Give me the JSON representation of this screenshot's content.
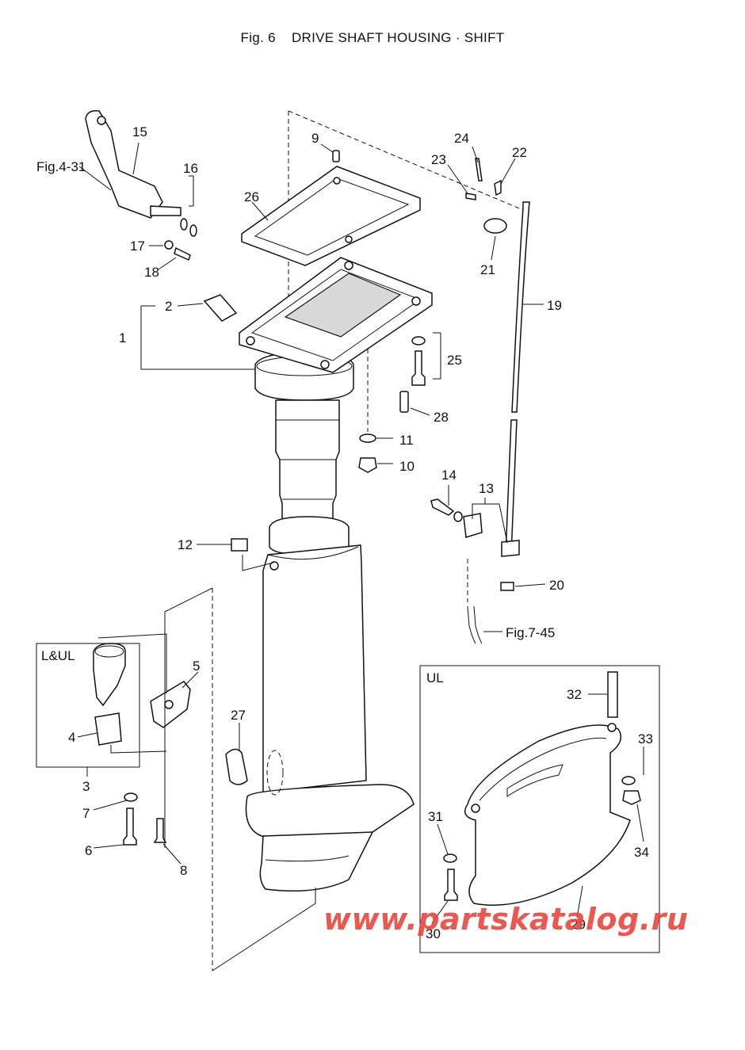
{
  "title": {
    "fig": "Fig. 6",
    "name": "DRIVE SHAFT HOUSING · SHIFT"
  },
  "refs": {
    "fig4": "Fig.4-31",
    "fig7": "Fig.7-45"
  },
  "boxes": {
    "lul": "L&UL",
    "ul": "UL"
  },
  "watermark": "www.partskatalog.ru",
  "parts": {
    "p1": "1",
    "p2": "2",
    "p3": "3",
    "p4": "4",
    "p5": "5",
    "p6": "6",
    "p7": "7",
    "p8": "8",
    "p9": "9",
    "p10": "10",
    "p11": "11",
    "p12": "12",
    "p13": "13",
    "p14": "14",
    "p15": "15",
    "p16": "16",
    "p17": "17",
    "p18": "18",
    "p19": "19",
    "p20": "20",
    "p21": "21",
    "p22": "22",
    "p23": "23",
    "p24": "24",
    "p25": "25",
    "p26": "26",
    "p27": "27",
    "p28": "28",
    "p29": "29",
    "p30": "30",
    "p31": "31",
    "p32": "32",
    "p33": "33",
    "p34": "34"
  }
}
